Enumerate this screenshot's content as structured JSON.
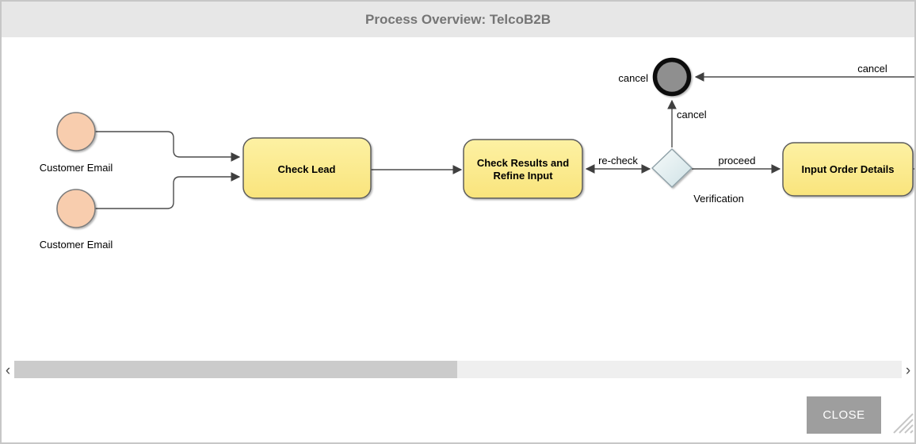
{
  "window": {
    "title": "Process Overview: TelcoB2B"
  },
  "diagram": {
    "start_events": [
      {
        "label": "Customer Email"
      },
      {
        "label": "Customer Email"
      }
    ],
    "tasks": [
      {
        "label": "Check Lead"
      },
      {
        "label_lines": [
          "Check Results and",
          "Refine Input"
        ]
      },
      {
        "label": "Input Order Details"
      }
    ],
    "gateway": {
      "label": "Verification"
    },
    "end_event": {
      "label": "cancel"
    },
    "flows": {
      "recheck": "re-check",
      "proceed": "proceed",
      "cancel_up": "cancel",
      "cancel_right": "cancel"
    }
  },
  "scrollbar": {
    "left_arrow": "‹",
    "right_arrow": "›"
  },
  "footer": {
    "close_label": "CLOSE"
  },
  "colors": {
    "titlebar_bg": "#E7E7E7",
    "title_text": "#757575",
    "task_fill_top": "#FDF1A3",
    "task_fill_bottom": "#F9E47C",
    "task_border": "#5C5C5C",
    "start_event_fill": "#F8CDAE",
    "start_event_border": "#7D7D7D",
    "gateway_fill_top": "#F6FAFA",
    "gateway_fill_bottom": "#CFE2E6",
    "gateway_border": "#8FA1A8",
    "end_event_fill": "#8F8F8F",
    "end_event_ring": "#0C0C0C",
    "connector": "#4C4C4C",
    "scrollbar_track": "#EFEFEF",
    "scrollbar_thumb": "#CBCBCB",
    "close_button_bg": "#9E9E9E",
    "close_button_text": "#FFFFFF"
  }
}
